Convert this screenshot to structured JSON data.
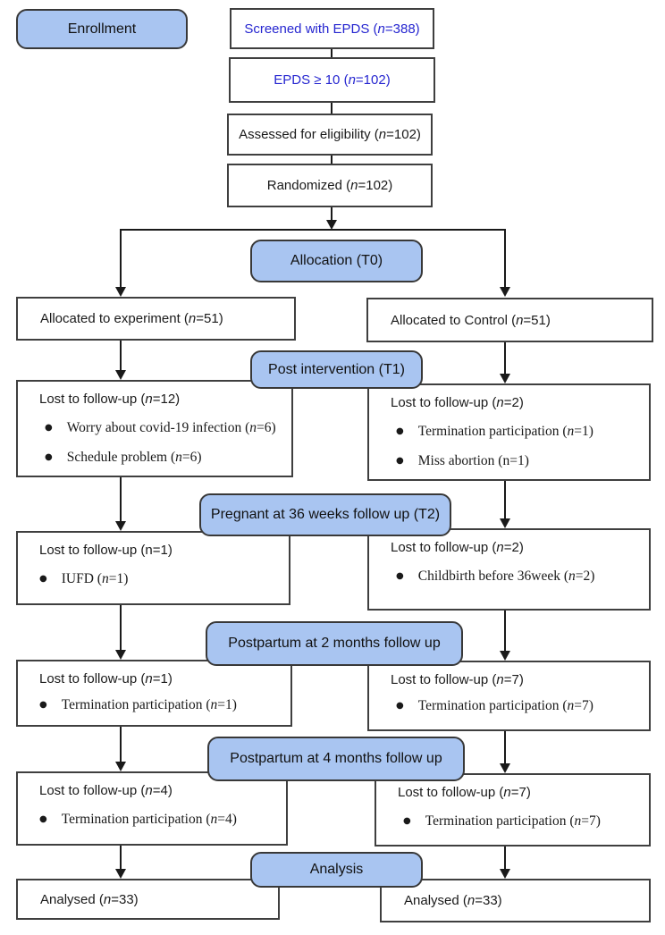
{
  "icons": {
    "bullet": "●"
  },
  "colors": {
    "band_fill": "#a9c5f1",
    "band_border": "#383838",
    "box_border": "#3f3f3f",
    "screening_text_blue": "#2626d0",
    "arrow": "#1a1a1a"
  },
  "bands": {
    "enrollment": "Enrollment",
    "allocation": "Allocation (T0)",
    "post_intervention": "Post intervention (T1)",
    "pregnant_36w": "Pregnant at 36 weeks follow up (T2)",
    "postpartum_2m": "Postpartum at 2 months follow up",
    "postpartum_4m": "Postpartum at 4 months follow up",
    "analysis": "Analysis"
  },
  "boxes": {
    "screened": "Screened with EPDS (*n*=388)",
    "epds_cutoff": "EPDS ≥ 10 (*n*=102)",
    "assessed": "Assessed for eligibility (*n*=102)",
    "randomized": "Randomized (*n*=102)",
    "alloc_experiment": "Allocated to experiment (*n*=51)",
    "alloc_control": "Allocated to Control (*n*=51)",
    "t1_left": {
      "title": "Lost to follow-up (*n*=12)",
      "bullets": [
        "Worry about covid-19 infection (*n*=6)",
        "Schedule problem (*n*=6)"
      ]
    },
    "t1_right": {
      "title": "Lost to follow-up (*n*=2)",
      "bullets": [
        "Termination participation (*n*=1)",
        "Miss abortion (n=1)"
      ]
    },
    "t2_left": {
      "title": "Lost to follow-up (n=1)",
      "bullets": [
        "IUFD (*n*=1)"
      ]
    },
    "t2_right": {
      "title": "Lost to follow-up (*n*=2)",
      "bullets": [
        "Childbirth before 36week (*n*=2)"
      ]
    },
    "m2_left": {
      "title": "Lost to follow-up (*n*=1)",
      "bullets": [
        "Termination participation (*n*=1)"
      ]
    },
    "m2_right": {
      "title": "Lost to follow-up (*n*=7)",
      "bullets": [
        "Termination participation (*n*=7)"
      ]
    },
    "m4_left": {
      "title": "Lost to follow-up (*n*=4)",
      "bullets": [
        "Termination participation (*n*=4)"
      ]
    },
    "m4_right": {
      "title": "Lost to follow-up (*n*=7)",
      "bullets": [
        "Termination participation (*n*=7)"
      ]
    },
    "analysed_left": "Analysed (*n*=33)",
    "analysed_right": "Analysed (*n*=33)"
  }
}
